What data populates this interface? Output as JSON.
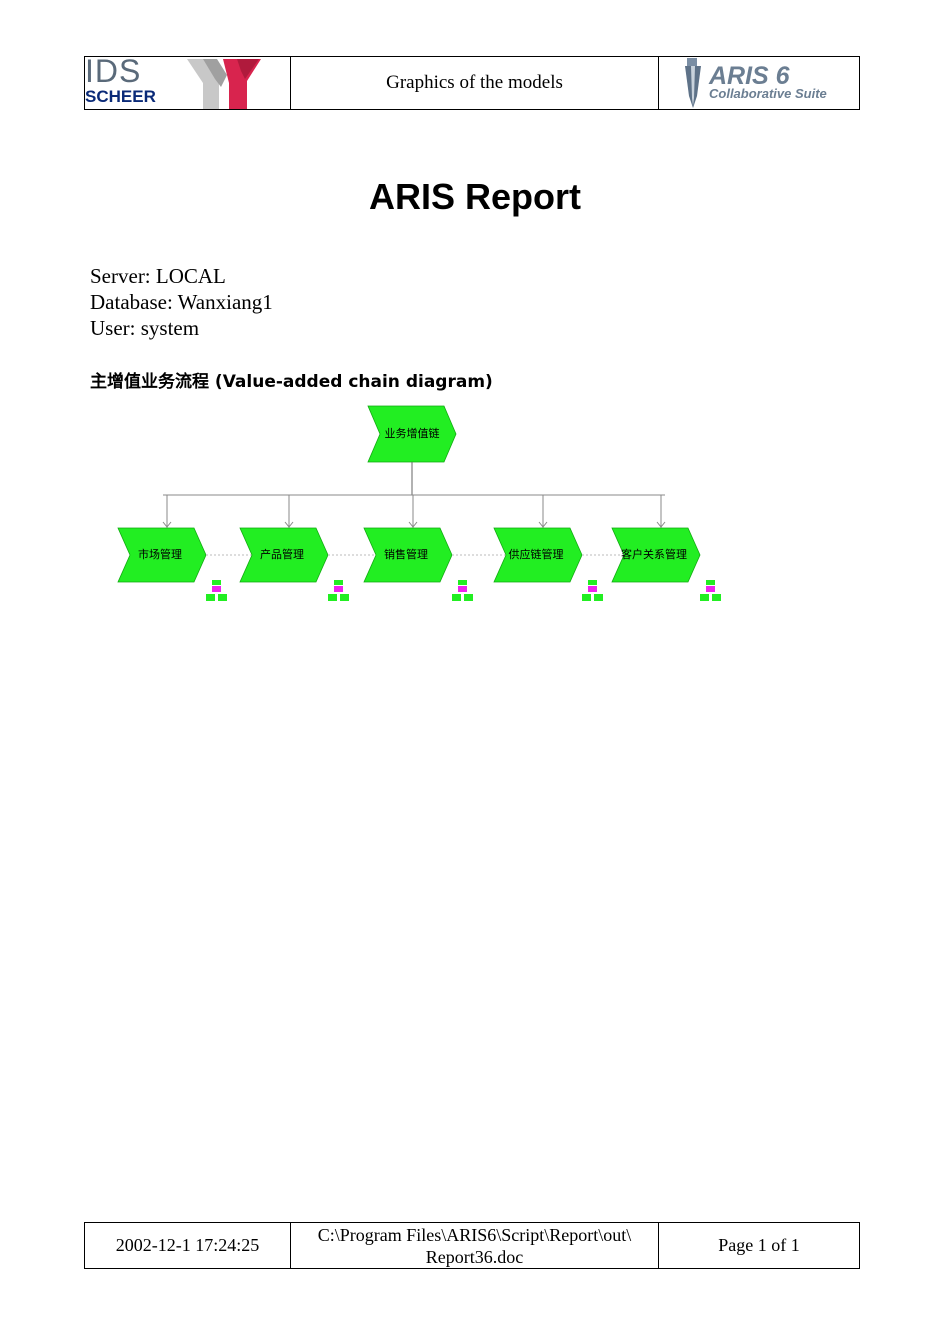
{
  "header": {
    "left_logo": {
      "line1": "IDS",
      "line2": "SCHEER",
      "icon": "ids-scheer-logo"
    },
    "center_text": "Graphics of the models",
    "right_logo": {
      "line1": "ARIS 6",
      "line2": "Collaborative Suite",
      "icon": "aris-pen-logo"
    }
  },
  "title": "ARIS Report",
  "meta": {
    "server": "Server: LOCAL",
    "database": "Database: Wanxiang1",
    "user": "User: system"
  },
  "section_title": "主增值业务流程 (Value-added chain diagram)",
  "diagram": {
    "colors": {
      "shape_fill": "#22ee22",
      "shape_stroke": "#11aa11",
      "connector": "#888888",
      "subicon_box": "#22ee22",
      "subicon_top": "#ee22ee"
    },
    "root": {
      "label": "业务增值链"
    },
    "children": [
      {
        "label": "市场管理"
      },
      {
        "label": "产品管理"
      },
      {
        "label": "销售管理"
      },
      {
        "label": "供应链管理"
      },
      {
        "label": "客户关系管理"
      }
    ]
  },
  "footer": {
    "datetime": "2002-12-1 17:24:25",
    "path_line1": "C:\\Program Files\\ARIS6\\Script\\Report\\out\\",
    "path_line2": "Report36.doc",
    "page": "Page 1  of 1"
  }
}
